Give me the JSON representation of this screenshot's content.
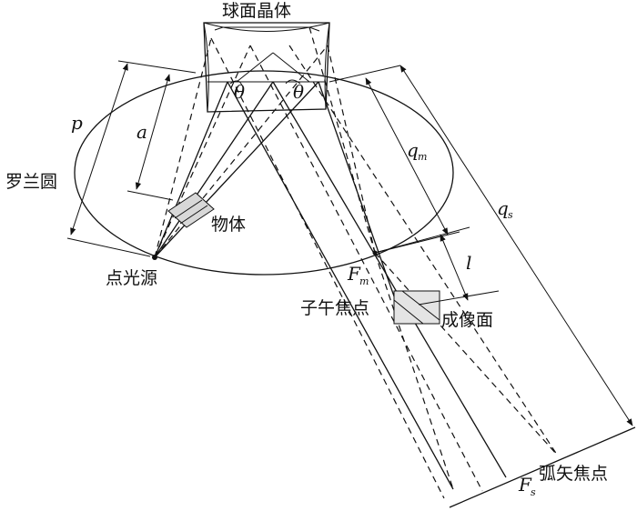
{
  "labels": {
    "crystal": "球面晶体",
    "rowland_circle": "罗兰圆",
    "object": "物体",
    "point_source": "点光源",
    "meridional_focus": "子午焦点",
    "image_plane": "成像面",
    "sagittal_focus": "弧矢焦点"
  },
  "symbols": {
    "theta_left": "θ",
    "theta_right": "θ",
    "p": "p",
    "a": "a",
    "q": "q",
    "m_sub": "m",
    "s_sub": "s",
    "l": "l",
    "F": "F"
  }
}
